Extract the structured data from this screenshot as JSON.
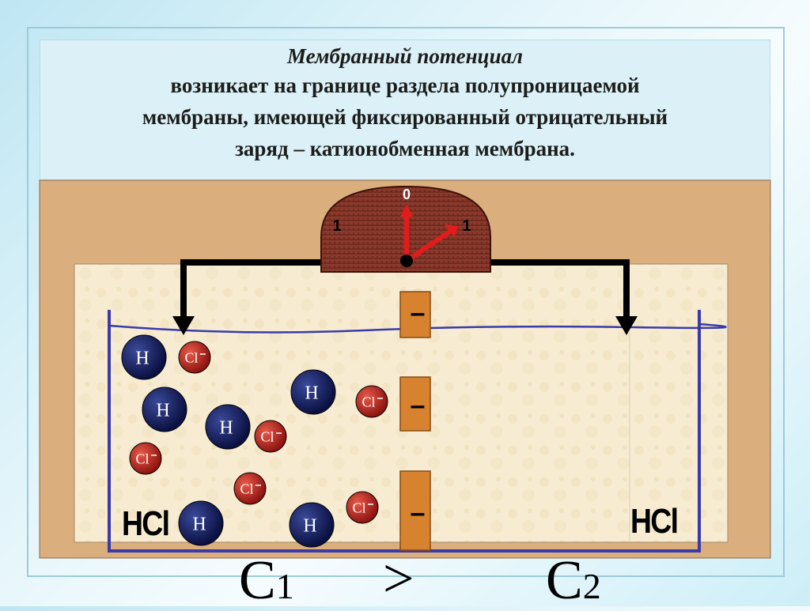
{
  "title": {
    "heading": "Мембранный потенциал",
    "line1": "возникает на границе раздела полупроницаемой",
    "line2": "мембраны, имеющей фиксированный отрицательный",
    "line3": "заряд – катионобменная мембрана."
  },
  "meter": {
    "zero_label": "0",
    "left_label": "1",
    "right_label": "1"
  },
  "membrane": {
    "charge_labels": [
      "–",
      "–",
      "–"
    ]
  },
  "ions": {
    "cation_label": "H",
    "anion_label": "Cl"
  },
  "solutions": {
    "left_label": "HCl",
    "right_label": "HCl"
  },
  "concentration": {
    "left_symbol": "C",
    "left_sub": "1",
    "comparator": ">",
    "right_symbol": "C",
    "right_sub": "2"
  },
  "colors": {
    "outer_box": "#dbae7e",
    "solution_bg": "#f7ecd1",
    "vessel": "#3a3aa8",
    "membrane": "#d6822f",
    "meter": "#8a3a2c",
    "cation": "#141e5a",
    "anion": "#c0241d",
    "needle": "#e41b1b"
  }
}
